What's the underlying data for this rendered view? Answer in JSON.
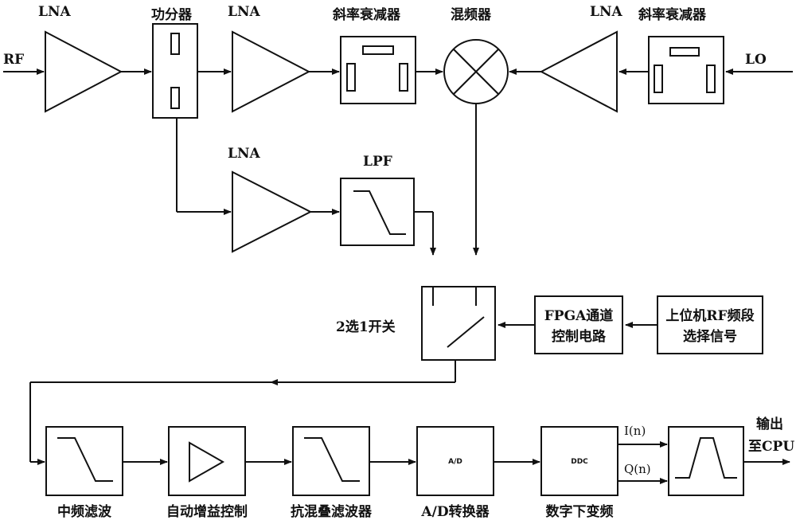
{
  "labels": {
    "rf_in": "RF",
    "lo_in": "LO",
    "lna1": "LNA",
    "splitter": "功分器",
    "lna2": "LNA",
    "atten1": "斜率衰减器",
    "mixer": "混频器",
    "lna_lo": "LNA",
    "atten_lo": "斜率衰减器",
    "lna3": "LNA",
    "lpf": "LPF",
    "switch": "2选1开关",
    "fpga_line1": "FPGA通道",
    "fpga_line2": "控制电路",
    "host_line1": "上位机RF频段",
    "host_line2": "选择信号",
    "if_filter": "中频滤波",
    "agc": "自动增益控制",
    "aa_filter": "抗混叠滤波器",
    "ad_inner": "A/D",
    "ad_conv": "A/D转换器",
    "ddc_inner": "DDC",
    "ddc": "数字下变频",
    "i_out": "I(n)",
    "q_out": "Q(n)",
    "output_line1": "输出",
    "output_line2": "至CPU"
  }
}
